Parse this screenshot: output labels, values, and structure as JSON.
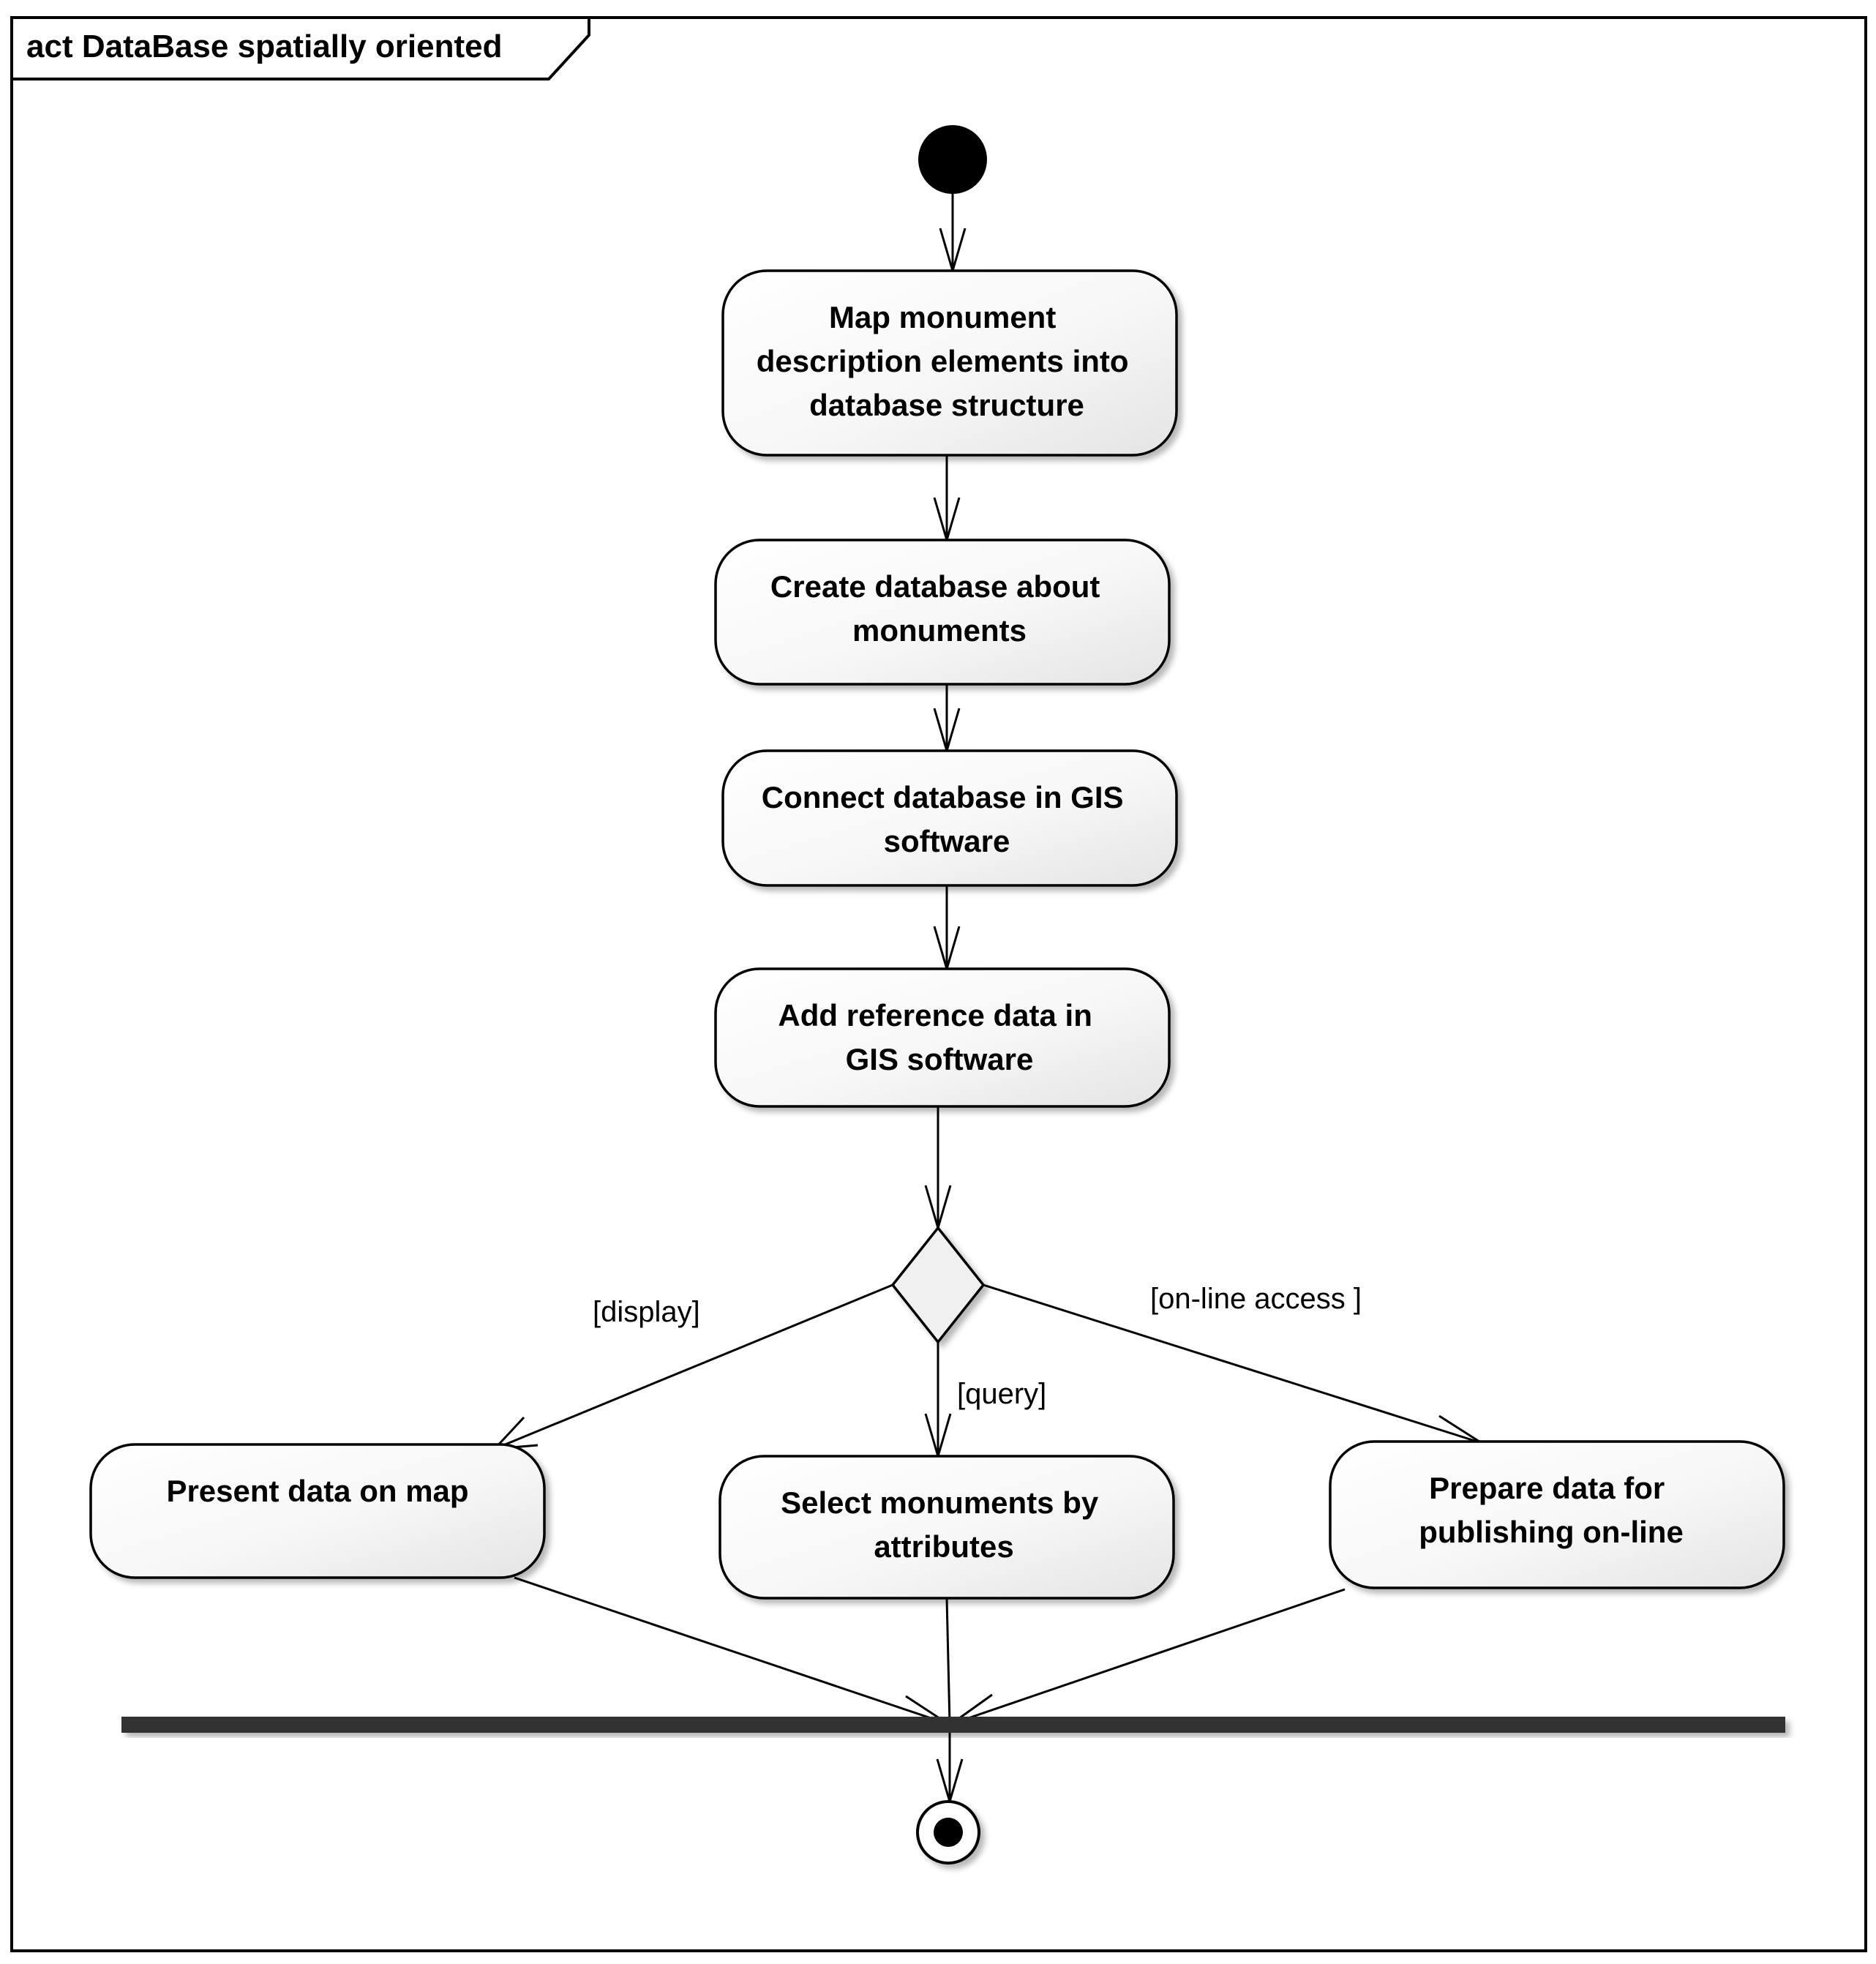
{
  "frame": {
    "title": "act DataBase spatially oriented"
  },
  "colors": {
    "line": "#000000",
    "action_fill_top": "#ffffff",
    "action_fill_bottom": "#e8e8e8",
    "bar": "#333333",
    "decision_fill": "#f0f0f0"
  },
  "nodes": {
    "start": {
      "kind": "initial"
    },
    "map_monument": {
      "kind": "action",
      "lines": [
        "Map monument",
        "description elements into",
        "database structure"
      ]
    },
    "create_db": {
      "kind": "action",
      "lines": [
        "Create database about",
        "monuments"
      ]
    },
    "connect_db": {
      "kind": "action",
      "lines": [
        "Connect database in GIS",
        "software"
      ]
    },
    "add_reference": {
      "kind": "action",
      "lines": [
        "Add reference data in",
        "GIS software"
      ]
    },
    "decision": {
      "kind": "decision"
    },
    "present_map": {
      "kind": "action",
      "lines": [
        "Present data on map"
      ]
    },
    "select_monuments": {
      "kind": "action",
      "lines": [
        "Select monuments by",
        "attributes"
      ]
    },
    "prepare_publish": {
      "kind": "action",
      "lines": [
        "Prepare data for",
        "publishing on-line"
      ]
    },
    "join": {
      "kind": "join-bar"
    },
    "end": {
      "kind": "final"
    }
  },
  "edges": [
    {
      "from": "start",
      "to": "map_monument",
      "guard": ""
    },
    {
      "from": "map_monument",
      "to": "create_db",
      "guard": ""
    },
    {
      "from": "create_db",
      "to": "connect_db",
      "guard": ""
    },
    {
      "from": "connect_db",
      "to": "add_reference",
      "guard": ""
    },
    {
      "from": "add_reference",
      "to": "decision",
      "guard": ""
    },
    {
      "from": "decision",
      "to": "present_map",
      "guard": "[display]"
    },
    {
      "from": "decision",
      "to": "select_monuments",
      "guard": "[query]"
    },
    {
      "from": "decision",
      "to": "prepare_publish",
      "guard": "[on-line access ]"
    },
    {
      "from": "present_map",
      "to": "join",
      "guard": ""
    },
    {
      "from": "select_monuments",
      "to": "join",
      "guard": ""
    },
    {
      "from": "prepare_publish",
      "to": "join",
      "guard": ""
    },
    {
      "from": "join",
      "to": "end",
      "guard": ""
    }
  ]
}
